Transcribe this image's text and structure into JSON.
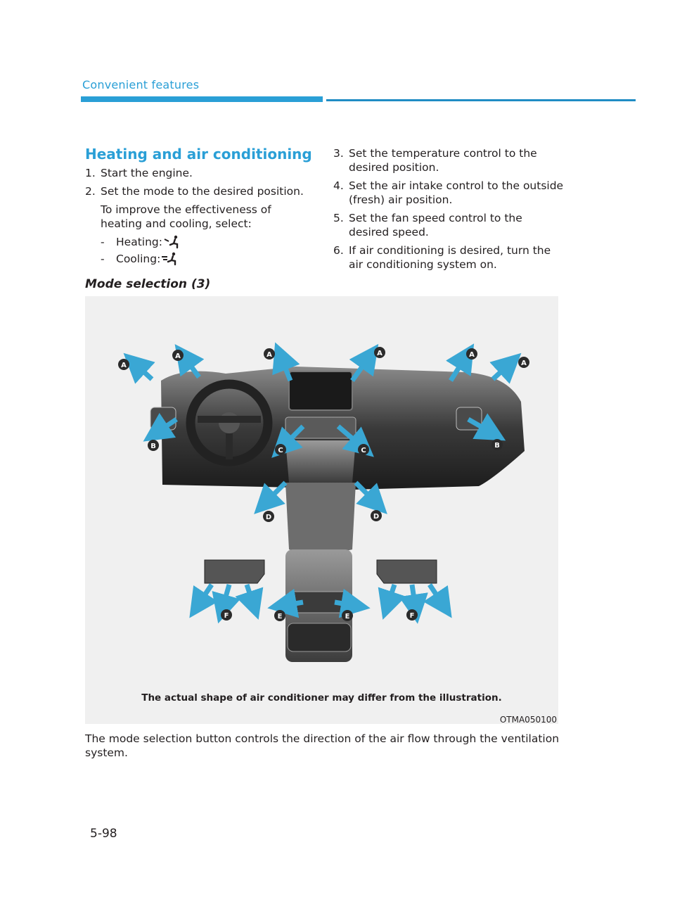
{
  "header": {
    "section": "Convenient features"
  },
  "heading": "Heating and air conditioning",
  "steps_left": [
    {
      "num": "1.",
      "text": "Start the engine."
    },
    {
      "num": "2.",
      "text": "Set the mode to the desired position."
    }
  ],
  "improve_text": "To improve the effectiveness of heating and cooling, select:",
  "bullets": [
    {
      "dash": "-",
      "label": "Heating:",
      "icon": "floor-defrost-mode-icon"
    },
    {
      "dash": "-",
      "label": "Cooling:",
      "icon": "face-floor-mode-icon"
    }
  ],
  "steps_right": [
    {
      "num": "3.",
      "text": "Set the temperature control to the desired position."
    },
    {
      "num": "4.",
      "text": "Set the air intake control to the outside (fresh) air position."
    },
    {
      "num": "5.",
      "text": "Set the fan speed control to the desired speed."
    },
    {
      "num": "6.",
      "text": "If air conditioning is desired, turn the air conditioning system on."
    }
  ],
  "subheading": "Mode selection (3)",
  "figure": {
    "caption": "The actual shape of air conditioner may differ from the illustration.",
    "code": "OTMA050100",
    "labels": [
      "A",
      "A",
      "A",
      "A",
      "A",
      "A",
      "B",
      "B",
      "C",
      "C",
      "D",
      "D",
      "E",
      "E",
      "F",
      "F"
    ]
  },
  "body_text": "The mode selection button controls the direction of the air flow through the ventilation system.",
  "page_number": "5-98",
  "colors": {
    "accent": "#2a9fd6",
    "arrow": "#3aa7d4"
  }
}
